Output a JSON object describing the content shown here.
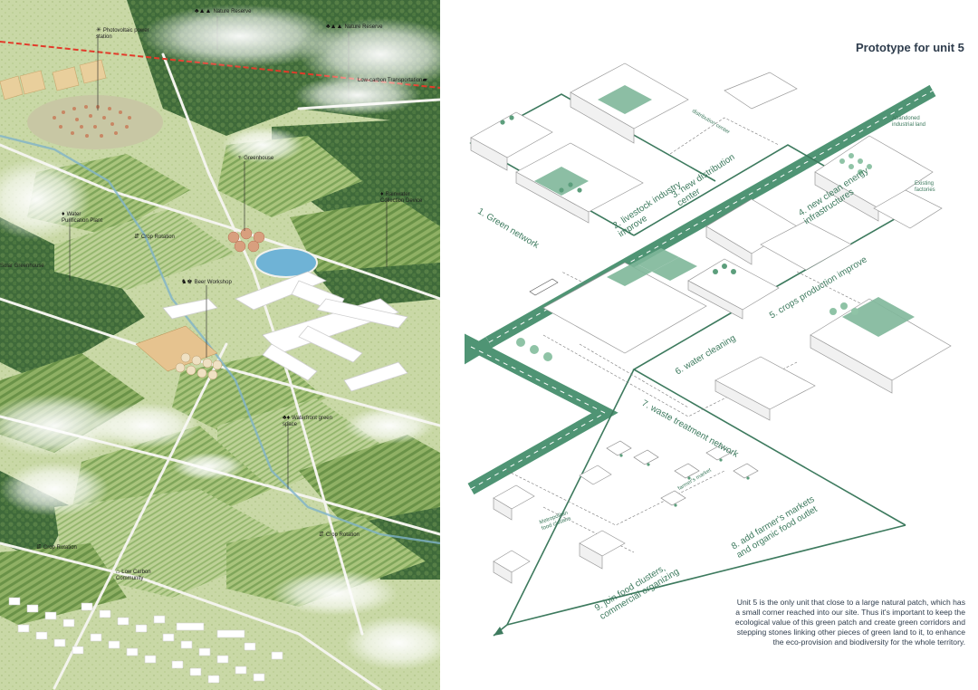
{
  "title": "Prototype for unit 5",
  "colors": {
    "accent": "#5a9d7f",
    "road": "#4f9474",
    "text_dark": "#2f3d4d",
    "field_light": "#b5c98c",
    "forest": "#4f7a45"
  },
  "aerial_labels": {
    "nature_reserve_1": "Nature Reserve",
    "nature_reserve_2": "Nature Reserve",
    "photovoltaic": "Photovoltaic power station",
    "low_carbon_transport": "Low-carbon Transportation",
    "greenhouse": "Greenhouse",
    "rainwater": "Rainwater Collection Device",
    "water_purification": "Water Purification Plant",
    "crop_rotation_1": "Crop Rotation",
    "solar_greenhouse": "Solar Greenhouse",
    "beer_workshop": "Beer Workshop",
    "waterfront": "Waterfront green space",
    "crop_rotation_2": "Crop Rotation",
    "crop_rotation_3": "Crop Rotation",
    "low_carbon_community": "Low Carbon Community"
  },
  "steps": [
    "1. Green network",
    "2. livestock industry improve",
    "3. new distribution center",
    "4. new clean energy infrastructures",
    "5. crops production improve",
    "6. water cleaning",
    "7. waste treatment network",
    "8. add farmer's markets and organic food outlet",
    "9. join food clusters, commercial organizing"
  ],
  "step_lines": {
    "s2": [
      "2. livestock industry",
      "improve"
    ],
    "s3": [
      "3. new distribution",
      "center"
    ],
    "s4": [
      "4. new clean energy",
      "infrastructures"
    ],
    "s8": [
      "8. add farmer's markets",
      "and organic food outlet"
    ],
    "s9": [
      "9. join food clusters,",
      "commercial organizing"
    ]
  },
  "small_labels": {
    "abandoned": "Abandoned industrial land",
    "existing": "Existing factories",
    "distribution": "distribution center",
    "metropolitan": "Metropolitan food clusters",
    "farmers": "farmer's market"
  },
  "description": [
    "Unit 5 is the only unit that close to a large natural patch, which has",
    "a small corner reached into our site. Thus it's important to keep the",
    "ecological value of this green patch and create green corridors and",
    "stepping stones linking other pieces of green land to it, to enhance",
    "the eco-provision and biodiversity for the whole territory."
  ]
}
